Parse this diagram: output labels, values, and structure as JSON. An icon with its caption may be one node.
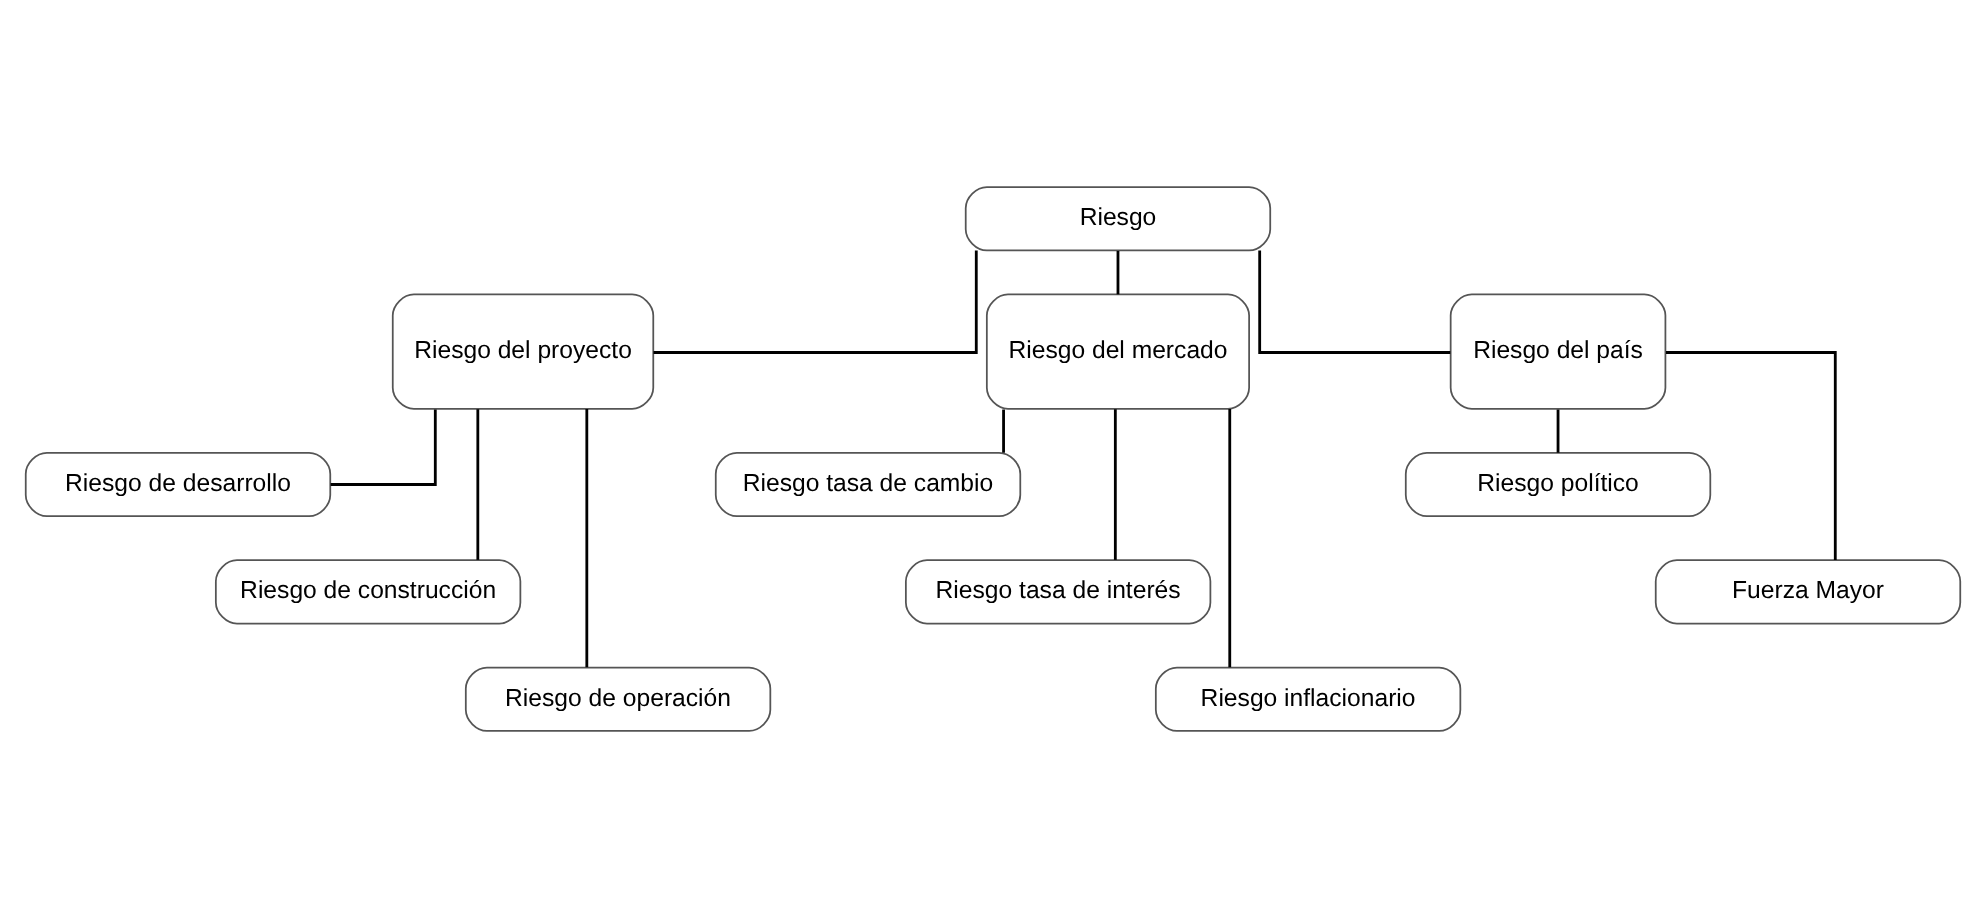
{
  "diagram": {
    "nodes": [
      {
        "text": [
          "Riesgo"
        ]
      },
      {
        "text": [
          "Riesgo del proyecto"
        ]
      },
      {
        "text": [
          "Riesgo del mercado"
        ]
      },
      {
        "text": [
          "Riesgo del país"
        ]
      },
      {
        "text": [
          "Riesgo de desarrollo"
        ]
      },
      {
        "text": [
          "Riesgo de construcción"
        ]
      },
      {
        "text": [
          "Riesgo de operación"
        ]
      },
      {
        "text": [
          "Riesgo tasa de cambio"
        ]
      },
      {
        "text": [
          "Riesgo tasa de interés"
        ]
      },
      {
        "text": [
          "Riesgo inflacionario"
        ]
      },
      {
        "text": [
          "Riesgo político"
        ]
      },
      {
        "text": [
          "Fuerza Mayor"
        ]
      }
    ],
    "edges": [
      {
        "from": 0,
        "to": 1,
        "arrow": "none"
      },
      {
        "from": 0,
        "to": 2,
        "arrow": "none"
      },
      {
        "from": 0,
        "to": 3,
        "arrow": "none"
      },
      {
        "from": 1,
        "to": 4,
        "arrow": "none"
      },
      {
        "from": 1,
        "to": 5,
        "arrow": "none"
      },
      {
        "from": 1,
        "to": 6,
        "arrow": "none"
      },
      {
        "from": 2,
        "to": 7,
        "arrow": "none"
      },
      {
        "from": 2,
        "to": 8,
        "arrow": "none"
      },
      {
        "from": 2,
        "to": 9,
        "arrow": "none"
      },
      {
        "from": 3,
        "to": 10,
        "arrow": "none"
      },
      {
        "from": 3,
        "to": 11,
        "arrow": "none"
      }
    ]
  }
}
